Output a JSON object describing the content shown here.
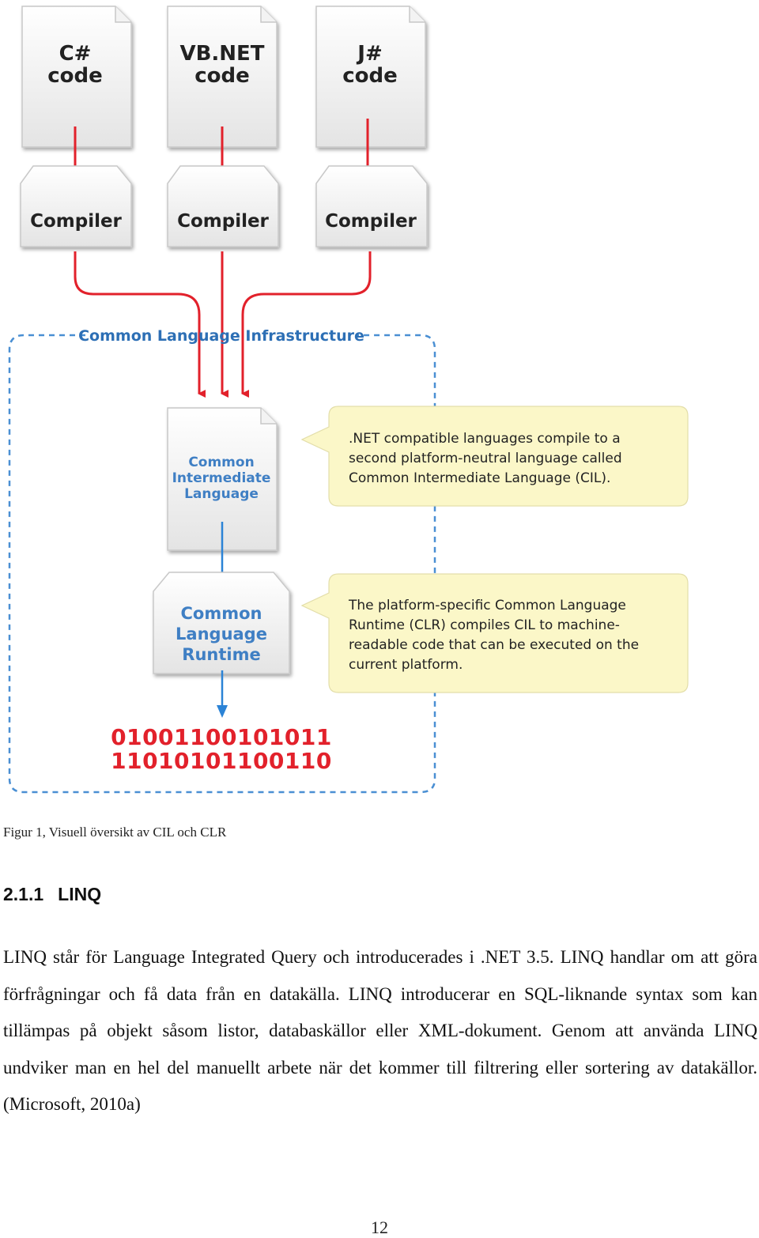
{
  "figure": {
    "sources": [
      {
        "line1": "C#",
        "line2": "code"
      },
      {
        "line1": "VB.NET",
        "line2": "code"
      },
      {
        "line1": "J#",
        "line2": "code"
      }
    ],
    "compiler_label": "Compiler",
    "cli_title": "Common Language Infrastructure",
    "cil_doc": [
      "Common",
      "Intermediate",
      "Language"
    ],
    "clr_box": [
      "Common",
      "Language",
      "Runtime"
    ],
    "callout_cil": [
      ".NET compatible languages compile to a",
      "second platform-neutral language called",
      "Common Intermediate Language (CIL)."
    ],
    "callout_clr": [
      "The platform-specific Common Language",
      "Runtime (CLR) compiles CIL to machine-",
      "readable code that can be executed on the",
      "current platform."
    ],
    "binary": [
      "01001100101011",
      "11010101100110"
    ],
    "colors": {
      "red": "#e2212b",
      "blue": "#2b83d6",
      "title_blue": "#2d6fb5",
      "callout": "#fbf7c8",
      "dashed": "#4a8fd3"
    }
  },
  "caption": "Figur 1, Visuell översikt av CIL och CLR",
  "section": {
    "number": "2.1.1",
    "title": "LINQ"
  },
  "paragraph": "LINQ står för Language Integrated Query och introducerades i .NET 3.5. LINQ handlar om att göra förfrågningar och få data från en datakälla. LINQ introducerar en SQL-liknande syntax som kan tillämpas på objekt såsom listor, databaskällor eller XML-dokument. Genom att använda LINQ undviker man en hel del manuellt arbete när det kommer till filtrering eller sortering av datakällor. (Microsoft, 2010a)",
  "page_number": "12"
}
